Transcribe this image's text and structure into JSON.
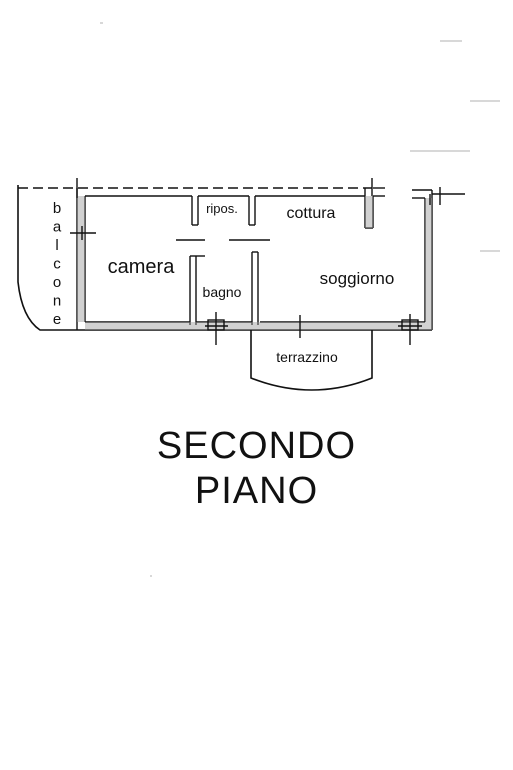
{
  "rooms": {
    "balcone": "b\na\nl\nc\no\nn\ne",
    "ripostiglio": "ripos.",
    "cottura": "cottura",
    "camera": "camera",
    "soggiorno": "soggiorno",
    "bagno": "bagno",
    "terrazzino": "terrazzino"
  },
  "title": {
    "line1": "SECONDO",
    "line2": "PIANO"
  },
  "colors": {
    "ink": "#111111",
    "wall_fill": "#9a9a9a"
  }
}
